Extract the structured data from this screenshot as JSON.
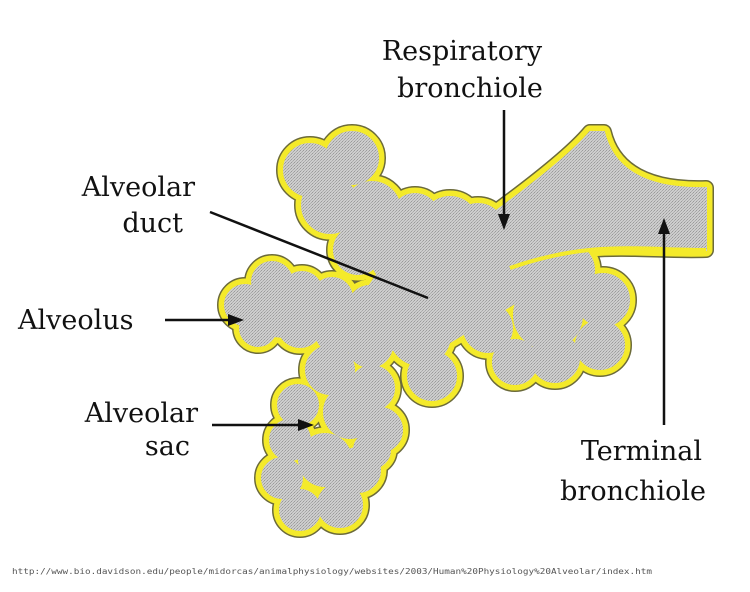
{
  "labels": {
    "respiratory_bronchiole": [
      "Respiratory",
      "bronchiole"
    ],
    "alveolar_duct": [
      "Alveolar",
      "duct"
    ],
    "alveolus": "Alveolus",
    "alveolar_sac": [
      "Alveolar",
      "sac"
    ],
    "terminal_bronchiole": [
      "Terminal",
      "bronchiole"
    ]
  },
  "source_url": "http://www.bio.davidson.edu/people/midorcas/animalphysiology/websites/2003/Human%20Physiology%20Alveolar/index.htm",
  "colors": {
    "tissue_fill": "#c9c9c9",
    "tissue_dark": "#9a9a9a",
    "outer_wall": "#f4ea2a",
    "wall_edge": "#6b6a3a",
    "text": "#111111"
  }
}
